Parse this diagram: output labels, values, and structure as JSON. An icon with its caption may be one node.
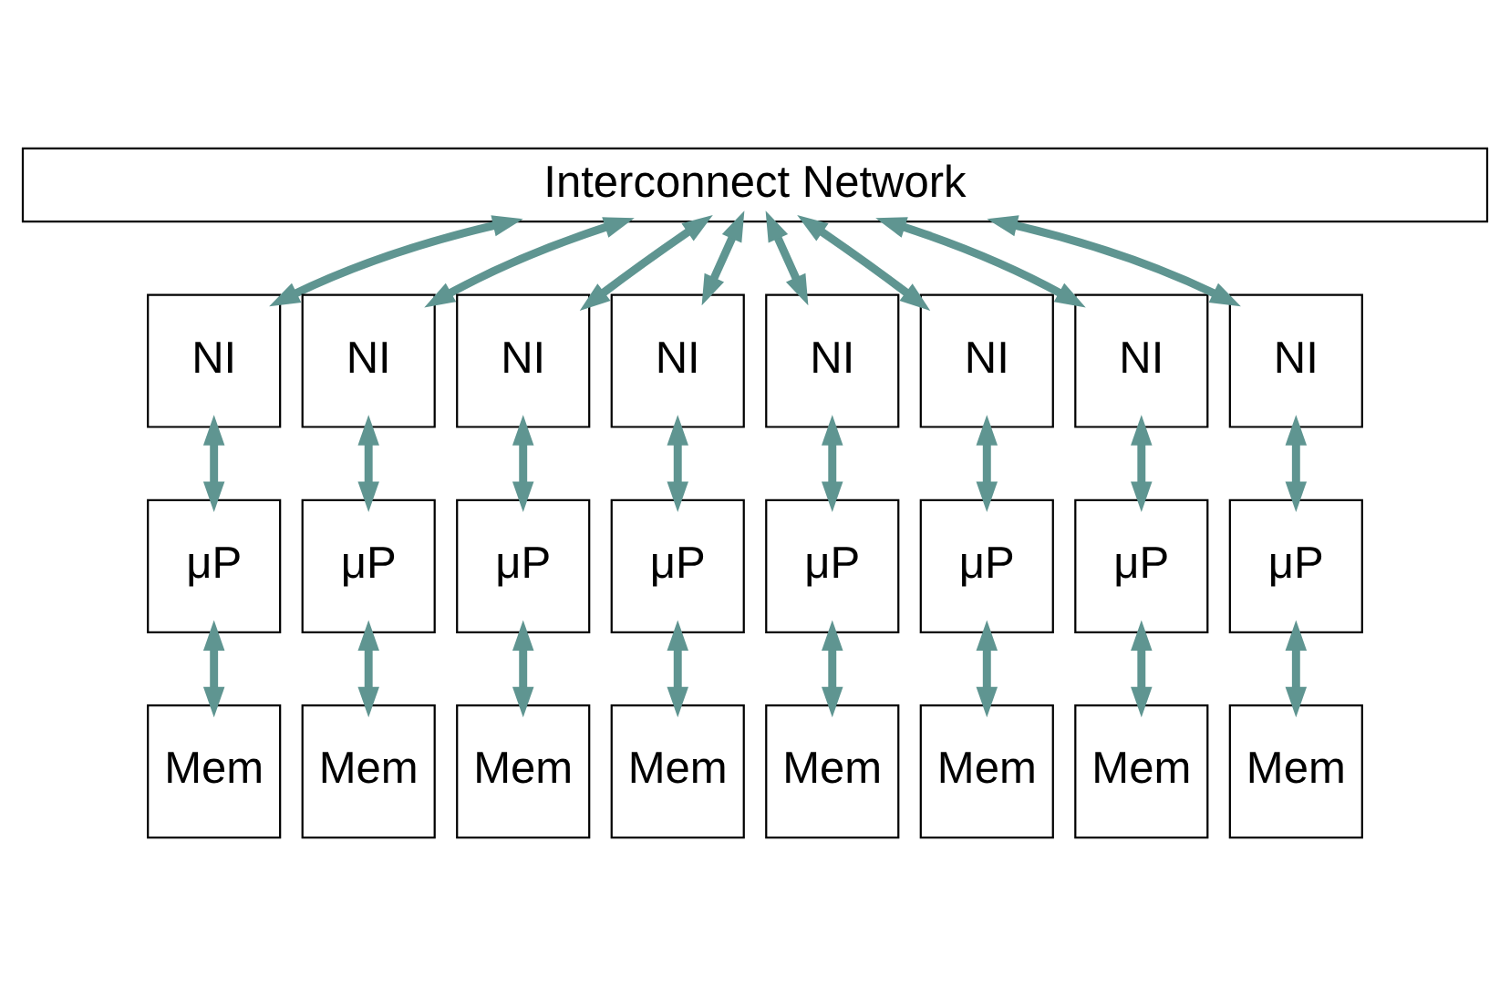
{
  "diagram": {
    "nodes": [
      {
        "text": [
          "Interconnect Network"
        ]
      },
      {
        "text": [
          "NI"
        ]
      },
      {
        "text": [
          "NI"
        ]
      },
      {
        "text": [
          "NI"
        ]
      },
      {
        "text": [
          "NI"
        ]
      },
      {
        "text": [
          "NI"
        ]
      },
      {
        "text": [
          "NI"
        ]
      },
      {
        "text": [
          "NI"
        ]
      },
      {
        "text": [
          "NI"
        ]
      },
      {
        "text": [
          "μP"
        ]
      },
      {
        "text": [
          "μP"
        ]
      },
      {
        "text": [
          "μP"
        ]
      },
      {
        "text": [
          "μP"
        ]
      },
      {
        "text": [
          "μP"
        ]
      },
      {
        "text": [
          "μP"
        ]
      },
      {
        "text": [
          "μP"
        ]
      },
      {
        "text": [
          "μP"
        ]
      },
      {
        "text": [
          "Mem"
        ]
      },
      {
        "text": [
          "Mem"
        ]
      },
      {
        "text": [
          "Mem"
        ]
      },
      {
        "text": [
          "Mem"
        ]
      },
      {
        "text": [
          "Mem"
        ]
      },
      {
        "text": [
          "Mem"
        ]
      },
      {
        "text": [
          "Mem"
        ]
      },
      {
        "text": [
          "Mem"
        ]
      }
    ],
    "edges": [
      {
        "from": 0,
        "to": 1,
        "arrow": "both"
      },
      {
        "from": 0,
        "to": 2,
        "arrow": "both"
      },
      {
        "from": 0,
        "to": 3,
        "arrow": "both"
      },
      {
        "from": 0,
        "to": 4,
        "arrow": "both"
      },
      {
        "from": 0,
        "to": 5,
        "arrow": "both"
      },
      {
        "from": 0,
        "to": 6,
        "arrow": "both"
      },
      {
        "from": 0,
        "to": 7,
        "arrow": "both"
      },
      {
        "from": 0,
        "to": 8,
        "arrow": "both"
      },
      {
        "from": 1,
        "to": 9,
        "arrow": "both"
      },
      {
        "from": 2,
        "to": 10,
        "arrow": "both"
      },
      {
        "from": 3,
        "to": 11,
        "arrow": "both"
      },
      {
        "from": 4,
        "to": 12,
        "arrow": "both"
      },
      {
        "from": 5,
        "to": 13,
        "arrow": "both"
      },
      {
        "from": 6,
        "to": 14,
        "arrow": "both"
      },
      {
        "from": 7,
        "to": 15,
        "arrow": "both"
      },
      {
        "from": 8,
        "to": 16,
        "arrow": "both"
      },
      {
        "from": 9,
        "to": 17,
        "arrow": "both"
      },
      {
        "from": 10,
        "to": 18,
        "arrow": "both"
      },
      {
        "from": 11,
        "to": 19,
        "arrow": "both"
      },
      {
        "from": 12,
        "to": 20,
        "arrow": "both"
      },
      {
        "from": 13,
        "to": 21,
        "arrow": "both"
      },
      {
        "from": 14,
        "to": 22,
        "arrow": "both"
      },
      {
        "from": 15,
        "to": 23,
        "arrow": "both"
      },
      {
        "from": 16,
        "to": 24,
        "arrow": "both"
      }
    ]
  }
}
